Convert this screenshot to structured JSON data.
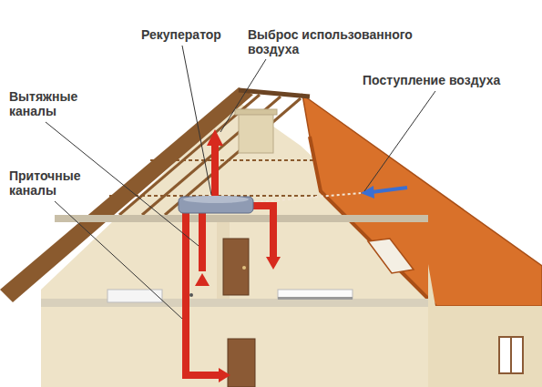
{
  "diagram": {
    "labels": [
      "Рекуператор",
      "Выброс использованного воздуха",
      "Вытяжные каналы",
      "Приточные каналы",
      "Поступление воздуха"
    ]
  }
}
